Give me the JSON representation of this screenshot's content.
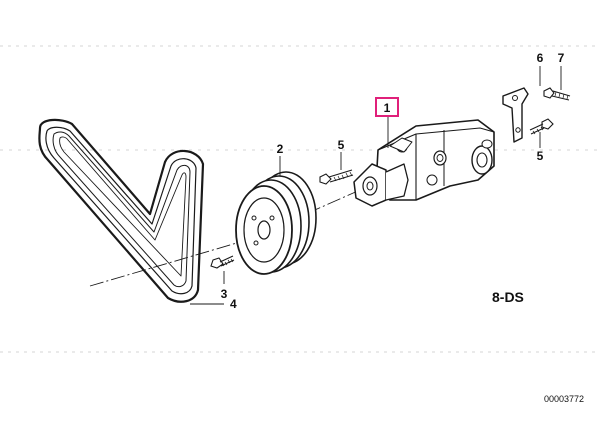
{
  "diagram": {
    "highlight_color": "#e0207a",
    "line_color": "#1a1a1a",
    "callouts": [
      {
        "id": "1",
        "label": "1",
        "highlighted": true
      },
      {
        "id": "2",
        "label": "2"
      },
      {
        "id": "3",
        "label": "3"
      },
      {
        "id": "4",
        "label": "4"
      },
      {
        "id": "5a",
        "label": "5"
      },
      {
        "id": "5b",
        "label": "5"
      },
      {
        "id": "6",
        "label": "6"
      },
      {
        "id": "7",
        "label": "7"
      }
    ],
    "section_code": "8-DS",
    "document_number": "00003772"
  }
}
